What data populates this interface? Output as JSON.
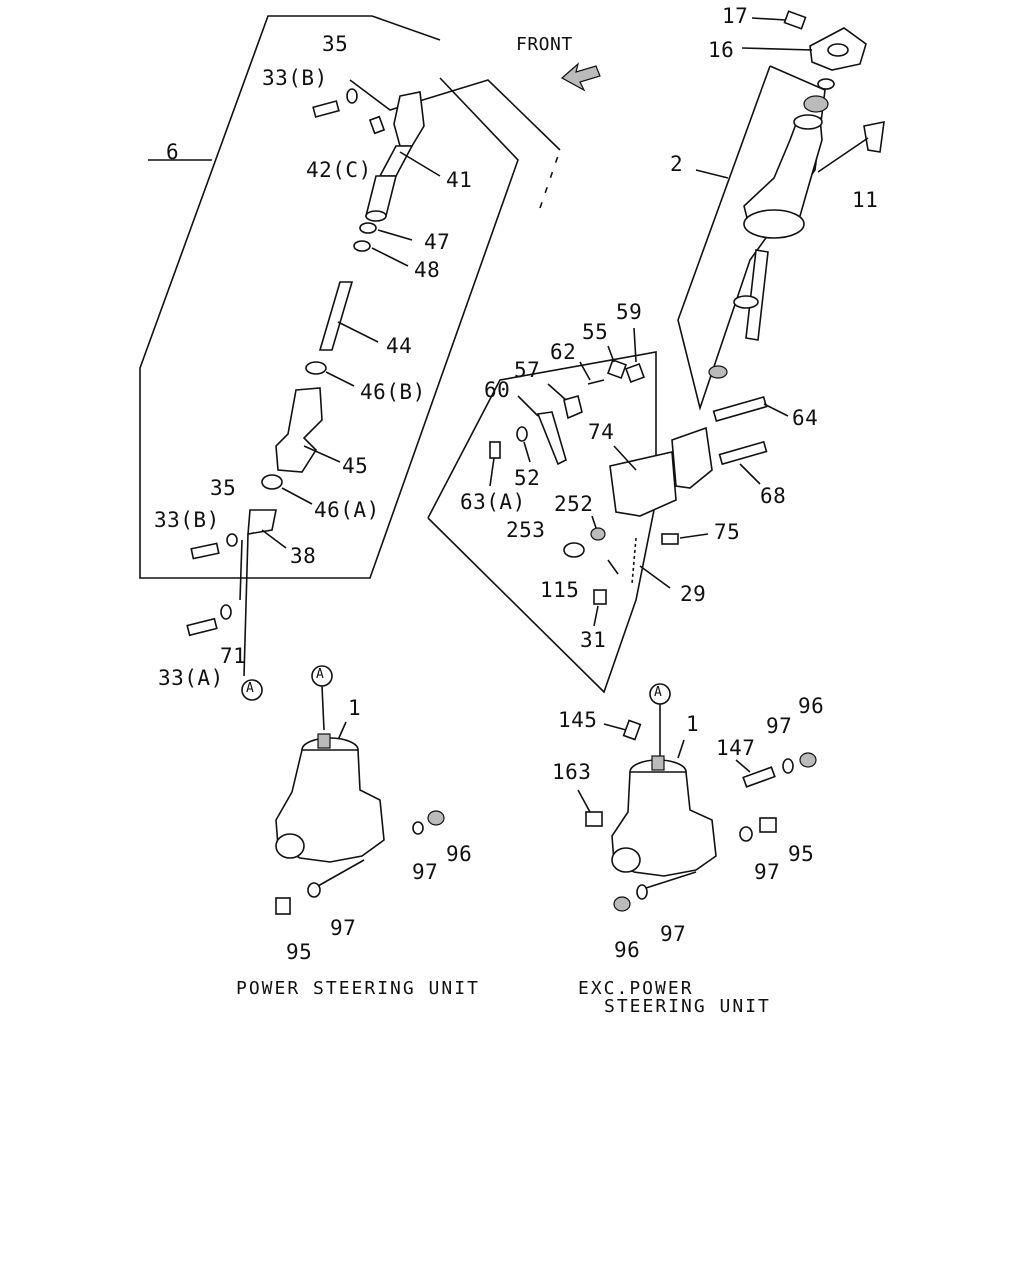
{
  "diagram": {
    "header": {
      "front_label": "FRONT"
    },
    "captions": {
      "power_unit": "POWER STEERING UNIT",
      "exc_power_unit_line1": "EXC.POWER",
      "exc_power_unit_line2": "STEERING UNIT"
    },
    "callouts": {
      "c17": "17",
      "c16": "16",
      "c2": "2",
      "c11": "11",
      "c35_top": "35",
      "c33b_top": "33(B)",
      "c6": "6",
      "c42c": "42(C)",
      "c41": "41",
      "c47": "47",
      "c48": "48",
      "c44": "44",
      "c46b": "46(B)",
      "c45": "45",
      "c35_low": "35",
      "c46a": "46(A)",
      "c33b_low": "33(B)",
      "c38": "38",
      "c33a": "33(A)",
      "c71": "71",
      "ref_a_left": "A",
      "c59": "59",
      "c55": "55",
      "c62": "62",
      "c57": "57",
      "c60": "60",
      "c64": "64",
      "c74": "74",
      "c52": "52",
      "c63a": "63(A)",
      "c68": "68",
      "c252": "252",
      "c253": "253",
      "c75": "75",
      "c115": "115",
      "c29": "29",
      "c31": "31",
      "ref_a_mid": "A",
      "c1_left": "1",
      "c96_left": "96",
      "c97_left_a": "97",
      "c97_left_b": "97",
      "c95_left": "95",
      "c145": "145",
      "ref_a_right": "A",
      "c1_right": "1",
      "c97_right_top": "97",
      "c96_right_top": "96",
      "c147": "147",
      "c163": "163",
      "c95_right": "95",
      "c97_right_mid": "97",
      "c96_right_low": "96",
      "c97_right_low": "97"
    }
  }
}
